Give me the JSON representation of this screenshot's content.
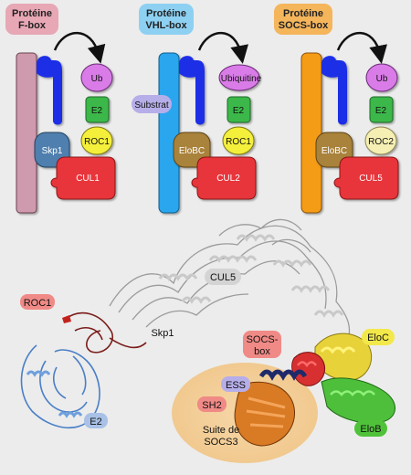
{
  "panels": [
    {
      "title_line1": "Protéine",
      "title_line2": "F-box",
      "title_color": "#e7a7b5",
      "adaptor": "Skp1",
      "ring": "ROC1",
      "cullin": "CUL1",
      "e2": "E2",
      "ub": "Ub",
      "adaptor_color": "#4f7fae",
      "cullin_color": "#e8353b",
      "bar_color": "#cf9aad"
    },
    {
      "title_line1": "Protéine",
      "title_line2": "VHL-box",
      "title_color": "#8dd0f2",
      "adaptor": "EloBC",
      "ring": "ROC1",
      "cullin": "CUL2",
      "e2": "E2",
      "ub": "Ubiquitine",
      "adaptor_color": "#a9823b",
      "cullin_color": "#e8353b",
      "bar_color": "#2aa6ee"
    },
    {
      "title_line1": "Protéine",
      "title_line2": "SOCS-box",
      "title_color": "#f4b55b",
      "adaptor": "EloBC",
      "ring": "ROC2",
      "cullin": "CUL5",
      "e2": "E2",
      "ub": "Ub",
      "adaptor_color": "#a9823b",
      "cullin_color": "#e8353b",
      "bar_color": "#f59c13"
    }
  ],
  "substrat_label": "Substrat",
  "structure": {
    "roc1": "ROC1",
    "skp1": "Skp1",
    "cul5": "CUL5",
    "socs_box_line1": "SOCS-",
    "socs_box_line2": "box",
    "eloc": "EloC",
    "ess": "ESS",
    "sh2": "SH2",
    "suite_line1": "Suite de",
    "suite_line2": "SOCS3",
    "elob": "EloB",
    "e2": "E2"
  },
  "colors": {
    "substrate_blue": "#1a2ee6",
    "ub_purple": "#d97be8",
    "e2_green": "#3bb84a",
    "ring_yellow": "#f4ef3a",
    "roc2_pale": "#f6efb4",
    "label_red": "#f08a86",
    "label_gray": "#d4d4d4",
    "label_yellow": "#f2e84a",
    "label_blue_light": "#a9c1e6",
    "label_purple": "#b6aee9",
    "label_green": "#4fc23a",
    "halo": "#f3cf9a"
  }
}
